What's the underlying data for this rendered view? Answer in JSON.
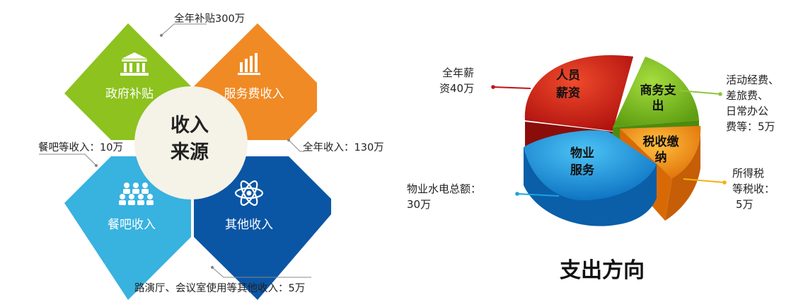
{
  "income": {
    "center_title": [
      "收入",
      "来源"
    ],
    "tiles": [
      {
        "label": "政府补贴",
        "icon": "bank-icon",
        "color": "#8CC63F",
        "note": "全年补贴300万"
      },
      {
        "label": "服务费收入",
        "icon": "bar-chart-icon",
        "color": "#F08A24",
        "note": "全年收入：130万"
      },
      {
        "label": "餐吧收入",
        "icon": "people-icon",
        "color": "#35B4E2",
        "note": "餐吧等收入：10万"
      },
      {
        "label": "其他收入",
        "icon": "atom-icon",
        "color": "#0D5AA7",
        "note": "路演厅、会议室使用等其他收入：5万"
      }
    ]
  },
  "expenses": {
    "title": "支出方向",
    "slices": [
      {
        "label": [
          "人员",
          "薪资"
        ],
        "color": "#D7261E",
        "note": [
          "全年薪",
          "资40万"
        ]
      },
      {
        "label": [
          "商务支",
          "出"
        ],
        "color": "#7DC12A",
        "note": [
          "活动经费、",
          "差旅费、",
          "日常办公",
          "费等：5万"
        ]
      },
      {
        "label": [
          "税收缴",
          "纳"
        ],
        "color": "#F39A15",
        "note": [
          "所得税",
          "等税收：",
          "5万"
        ]
      },
      {
        "label": [
          "物业",
          "服务"
        ],
        "color": "#1C9BE0",
        "note": [
          "物业水电总额：",
          "30万"
        ]
      }
    ]
  }
}
